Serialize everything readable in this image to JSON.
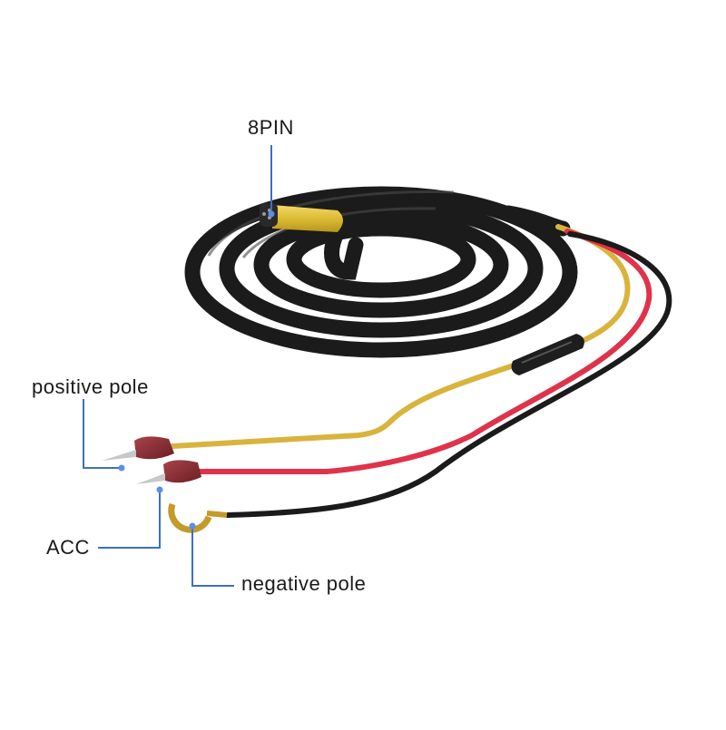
{
  "labels": {
    "connector": "8PIN",
    "positive": "positive pole",
    "acc": "ACC",
    "negative": "negative pole"
  },
  "colors": {
    "background": "#ffffff",
    "cable": "#1b1b1b",
    "yellow_wire": "#d9b43c",
    "red_wire": "#e0324a",
    "black_wire": "#1b1b1b",
    "connector_sleeve": "#e2c23a",
    "fuse_tab": "#8c2f33",
    "pointer_line": "#3f6fbf",
    "pointer_dot": "#5b8ee6"
  },
  "icons": {
    "connector": "8-pin-connector-icon",
    "fuse_holder": "inline-fuse-holder-icon",
    "positive_terminal": "fuse-tap-terminal-icon",
    "acc_terminal": "fuse-tap-terminal-icon",
    "negative_terminal": "ring-terminal-icon"
  }
}
